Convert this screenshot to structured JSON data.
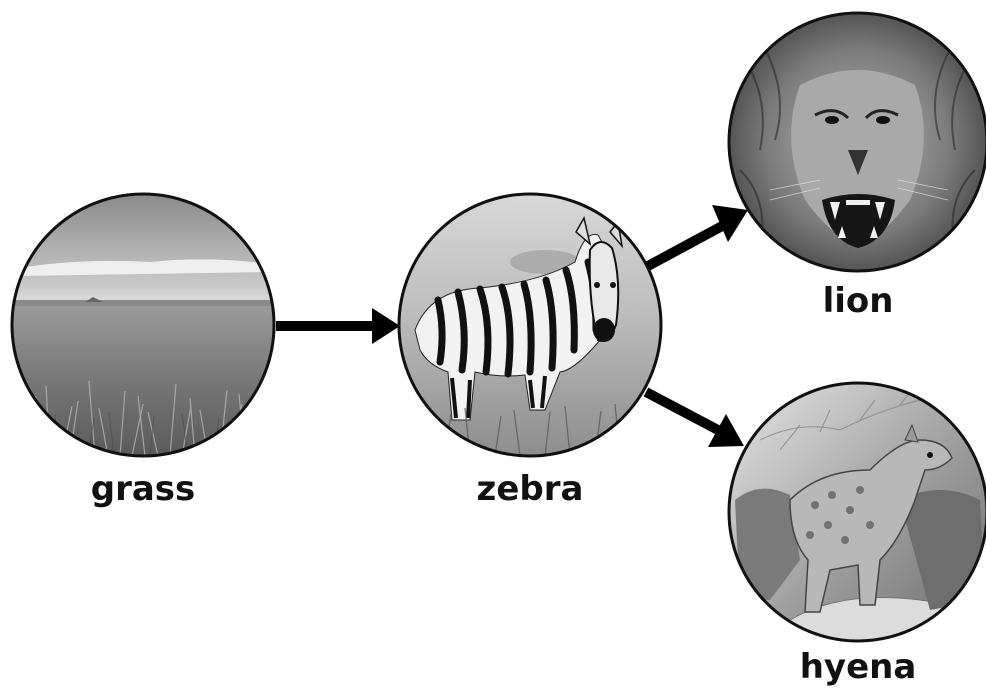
{
  "nodes": [
    {
      "id": "grass",
      "label": "grass",
      "icon": "grass-field-photo"
    },
    {
      "id": "zebra",
      "label": "zebra",
      "icon": "zebra-photo"
    },
    {
      "id": "lion",
      "label": "lion",
      "icon": "lion-photo"
    },
    {
      "id": "hyena",
      "label": "hyena",
      "icon": "hyena-photo"
    }
  ],
  "edges": [
    {
      "from": "grass",
      "to": "zebra"
    },
    {
      "from": "zebra",
      "to": "lion"
    },
    {
      "from": "zebra",
      "to": "hyena"
    }
  ],
  "colors": {
    "stroke": "#111111",
    "arrow": "#000000",
    "label": "#111111"
  }
}
